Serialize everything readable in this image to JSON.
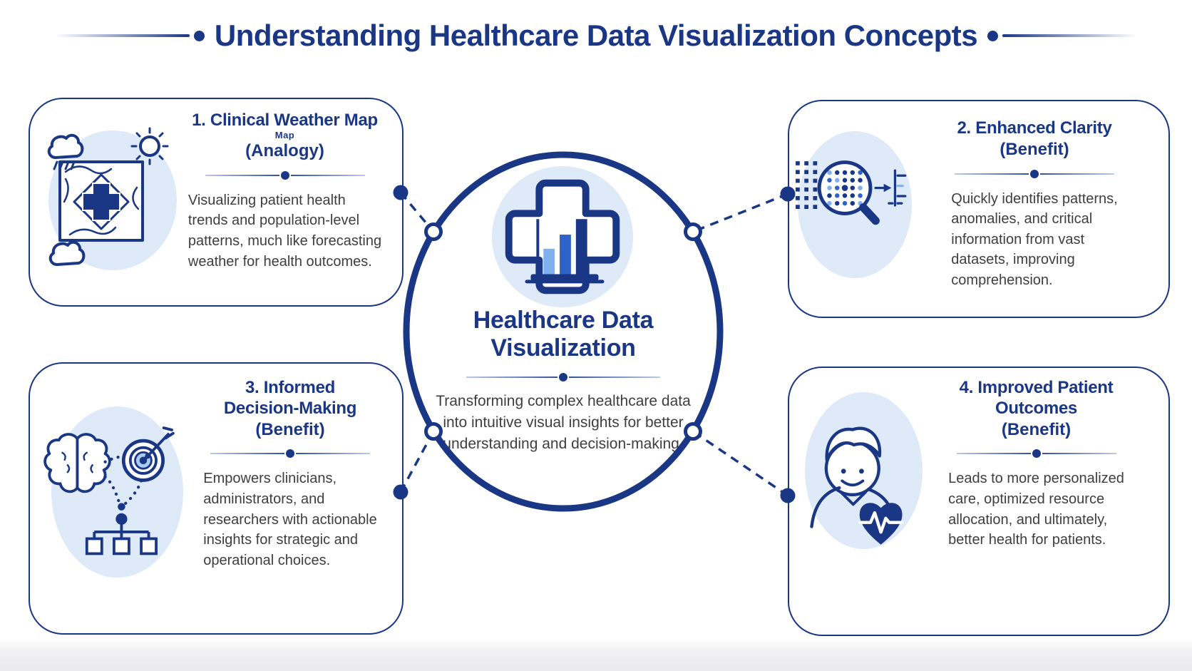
{
  "header": {
    "title": "Understanding Healthcare Data Visualization Concepts"
  },
  "center": {
    "title": "Healthcare Data\nVisualization",
    "description": "Transforming complex healthcare data\ninto intuitive visual insights for better\nunderstanding and decision-making,",
    "icon": "medical-cross-bar-chart-icon"
  },
  "cards": [
    {
      "number": "1",
      "title": "1. Clinical Weather Map",
      "artifact_caption": "Map",
      "type_label": "(Analogy)",
      "description": "Visualizing patient health\ntrends and population-level\npatterns, much like forecasting\nweather for health outcomes.",
      "icon": "clinical-weather-map-icon"
    },
    {
      "number": "2",
      "title": "2. Enhanced Clarity",
      "type_label": "(Benefit)",
      "description": "Quickly identifies patterns,\nanomalies, and critical\ninformation from vast\ndatasets, improving\ncomprehension.",
      "icon": "magnifier-data-icon"
    },
    {
      "number": "3",
      "title": "3. Informed\nDecision-Making",
      "type_label": "(Benefit)",
      "description": "Empowers clinicians,\nadministrators, and\nresearchers with actionable\ninsights for strategic and\noperational choices.",
      "icon": "brain-target-flowchart-icon"
    },
    {
      "number": "4",
      "title": "4. Improved Patient\nOutcomes",
      "type_label": "(Benefit)",
      "description": "Leads to more personalized\ncare, optimized resource\nallocation, and ultimately,\nbetter health for patients.",
      "icon": "patient-heart-ecg-icon"
    }
  ],
  "colors": {
    "navy": "#1a3786",
    "mid_blue": "#2e64c7",
    "light_blue": "#7fb1ef",
    "icon_background": "#dfeaf9",
    "body_text": "#3e3e3e"
  }
}
